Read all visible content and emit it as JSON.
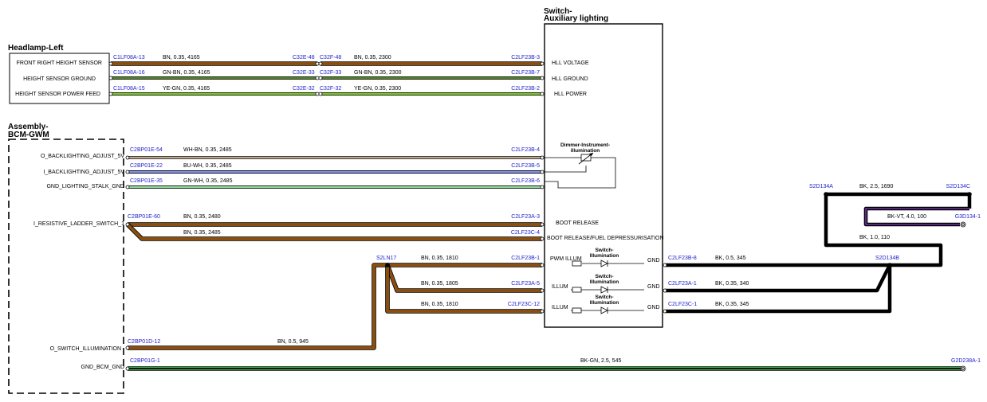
{
  "colors": {
    "brown": "#8a4f10",
    "green": "#39b54a",
    "white": "#ffffff",
    "blue": "#1a2fbf",
    "black": "#000000",
    "violet": "#8a3fc8",
    "connector": "#2222cc",
    "wire_outline": "#000000"
  },
  "headlamp": {
    "title": "Headlamp-Left",
    "pins": [
      "FRONT RIGHT HEIGHT SENSOR",
      "HEIGHT SENSOR GROUND",
      "HEIGHT SENSOR POWER FEED"
    ]
  },
  "bcm": {
    "title_line1": "Assembly-",
    "title_line2": "BCM-GWM",
    "pins": [
      "O_BACKLIGHTING_ADJUST_5V",
      "I_BACKLIGHTING_ADJUST_5V",
      "GND_LIGHTING_STALK_GND",
      "I_RESISTIVE_LADDER_SWITCH_1",
      "O_SWITCH_ILLUMINATION",
      "GND_BCM_GND"
    ]
  },
  "switch": {
    "title_line1": "Switch-",
    "title_line2": "Auxiliary lighting",
    "pins": [
      "HLL VOLTAGE",
      "HLL GROUND",
      "HLL POWER",
      "BOOT RELEASE",
      "BOOT RELEASE/FUEL DEPRESSURISATION",
      "PWM ILLUM",
      "ILLUM",
      "ILLUM",
      "GND",
      "GND",
      "GND"
    ],
    "dimmer_label_line1": "Dimmer-Instrument-",
    "dimmer_label_line2": "illumination",
    "switch_illum_line1": "Switch-",
    "switch_illum_line2": "Illumination"
  },
  "wires": [
    {
      "from": "C1LF08A-13",
      "spec1": "BN, 0.35, 4165",
      "inline1": "C32E-48",
      "inline2": "C32F-48",
      "spec2": "BN, 0.35, 2300",
      "to": "C2LF23B-3"
    },
    {
      "from": "C1LF08A-16",
      "spec1": "GN-BN, 0.35, 4165",
      "inline1": "C32E-33",
      "inline2": "C32F-33",
      "spec2": "GN-BN, 0.35, 2300",
      "to": "C2LF23B-7"
    },
    {
      "from": "C1LF08A-15",
      "spec1": "YE-GN, 0.35, 4165",
      "inline1": "C32E-32",
      "inline2": "C32F-32",
      "spec2": "YE-GN, 0.35, 2300",
      "to": "C2LF23B-2"
    },
    {
      "from": "C2BP01E-54",
      "spec": "WH-BN, 0.35, 2485",
      "to": "C2LF23B-4"
    },
    {
      "from": "C2BP01E-22",
      "spec": "BU-WH, 0.35, 2485",
      "to": "C2LF23B-5"
    },
    {
      "from": "C2BP01E-35",
      "spec": "GN-WH, 0.35, 2485",
      "to": "C2LF23B-6"
    },
    {
      "from": "C2BP01E-60",
      "spec": "BN, 0.35, 2480",
      "to": "C2LF23A-3"
    },
    {
      "spec": "BN, 0.35, 2485",
      "to": "C2LF23C-4"
    },
    {
      "splice": "S2LN17",
      "spec": "BN, 0.35, 1810",
      "to": "C2LF23B-1"
    },
    {
      "spec": "BN, 0.35, 1805",
      "to": "C2LF23A-5"
    },
    {
      "spec": "BN, 0.35, 1810",
      "to": "C2LF23C-12"
    },
    {
      "from": "C2BP01D-12",
      "spec": "BN, 0.5, 945"
    },
    {
      "from": "C2BP01G-1",
      "spec": "BK-GN, 2.5, 545",
      "to": "G2D238A-1"
    }
  ],
  "ground": {
    "s2d134a": "S2D134A",
    "s2d134c": "S2D134C",
    "s2d134b": "S2D134B",
    "spec_top": "BK, 2.5, 1690",
    "spec_vt": "BK-VT, 4.0, 100",
    "g3d134": "G3D134-1",
    "spec_mid": "BK, 1.0, 110",
    "gnd_wires": [
      {
        "from": "C2LF23B-8",
        "spec": "BK, 0.5, 345"
      },
      {
        "from": "C2LF23A-1",
        "spec": "BK, 0.35, 340"
      },
      {
        "from": "C2LF23C-1",
        "spec": "BK, 0.35, 345"
      }
    ]
  }
}
